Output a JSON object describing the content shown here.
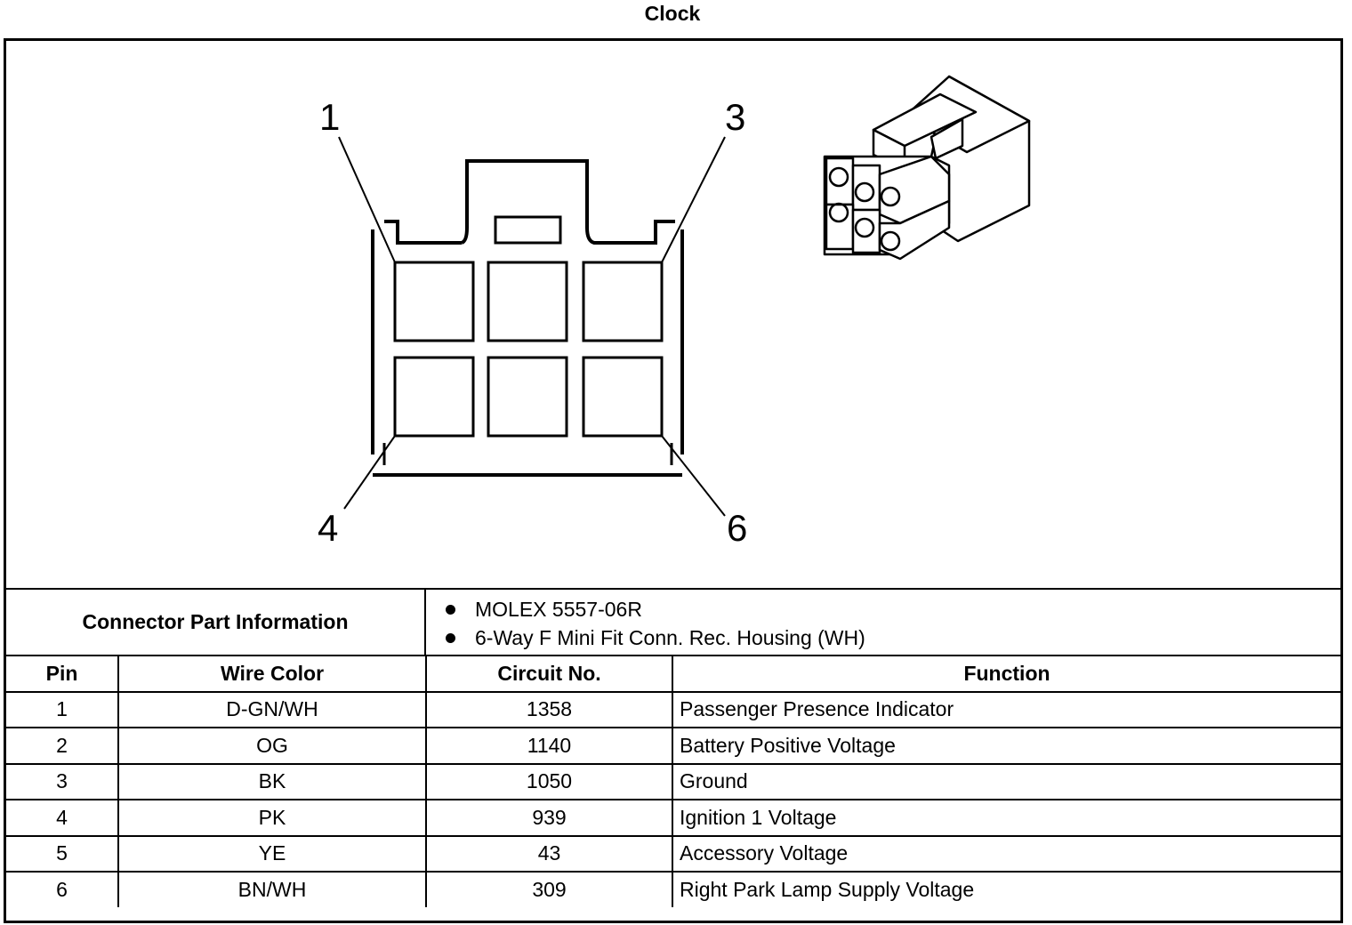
{
  "title": "Clock",
  "diagram": {
    "pin_labels": {
      "top_left": "1",
      "top_right": "3",
      "bottom_left": "4",
      "bottom_right": "6"
    }
  },
  "connector_info": {
    "label": "Connector Part Information",
    "items": [
      "MOLEX 5557-06R",
      "6-Way F Mini Fit Conn. Rec. Housing (WH)"
    ]
  },
  "table": {
    "headers": [
      "Pin",
      "Wire Color",
      "Circuit No.",
      "Function"
    ],
    "rows": [
      {
        "pin": "1",
        "wire_color": "D-GN/WH",
        "circuit": "1358",
        "function": "Passenger Presence Indicator"
      },
      {
        "pin": "2",
        "wire_color": "OG",
        "circuit": "1140",
        "function": "Battery Positive Voltage"
      },
      {
        "pin": "3",
        "wire_color": "BK",
        "circuit": "1050",
        "function": "Ground"
      },
      {
        "pin": "4",
        "wire_color": "PK",
        "circuit": "939",
        "function": "Ignition 1 Voltage"
      },
      {
        "pin": "5",
        "wire_color": "YE",
        "circuit": "43",
        "function": "Accessory Voltage"
      },
      {
        "pin": "6",
        "wire_color": "BN/WH",
        "circuit": "309",
        "function": "Right Park Lamp Supply Voltage"
      }
    ]
  }
}
